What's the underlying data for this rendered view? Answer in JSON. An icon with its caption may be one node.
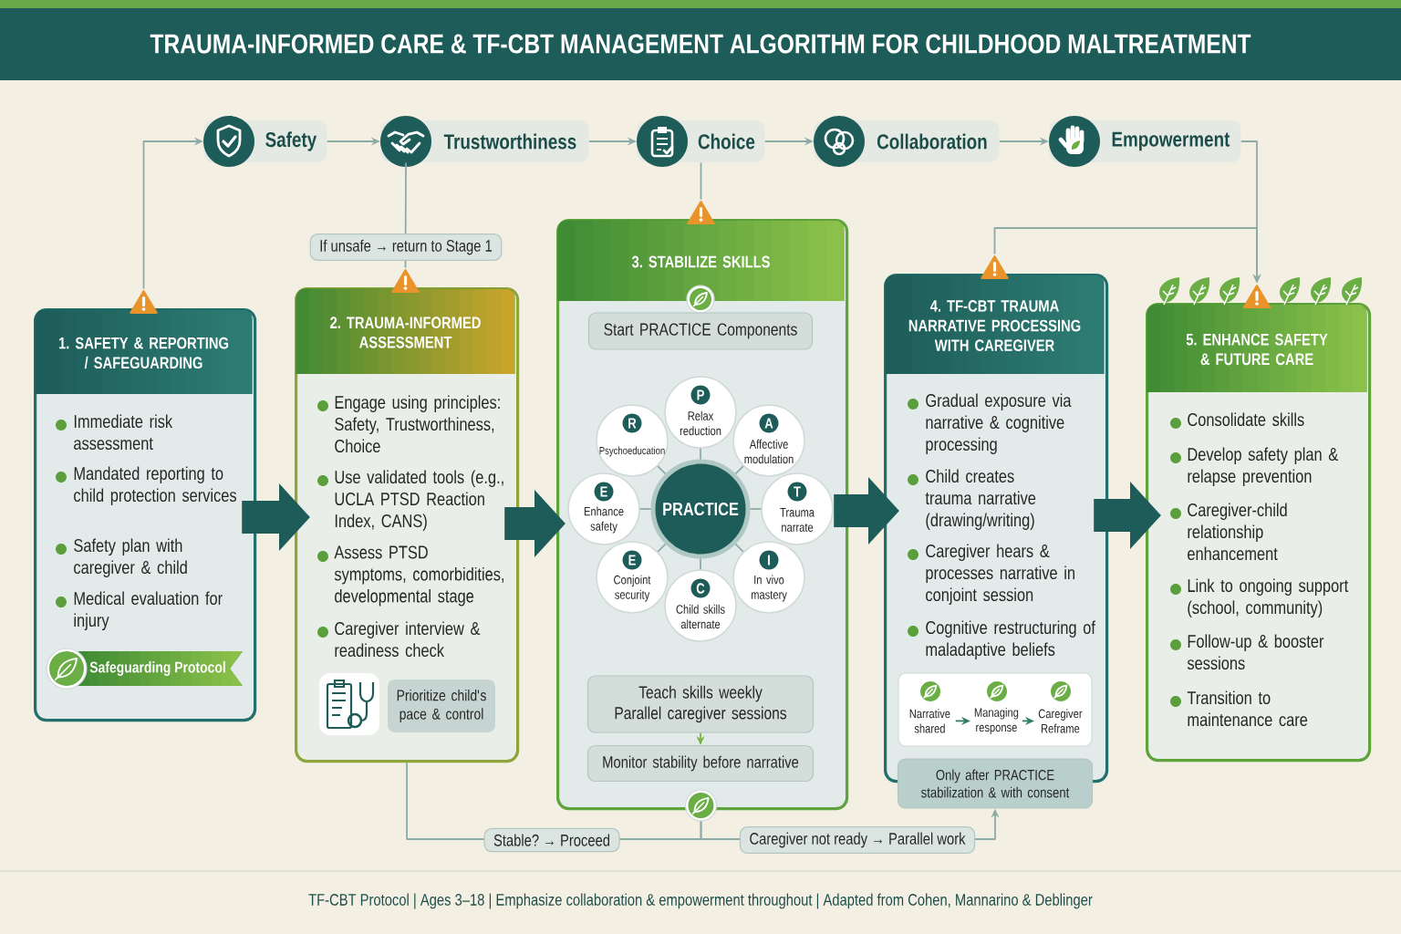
{
  "diagram": {
    "title": "TRAUMA-INFORMED CARE & TF-CBT MANAGEMENT ALGORITHM FOR CHILDHOOD MALTREATMENT",
    "caption": "TF-CBT Protocol | Ages 3–18 | Emphasize collaboration & empowerment throughout | Adapted from Cohen, Mannarino & Deblinger",
    "nodes": [
      {
        "text": [
          "Safety"
        ]
      },
      {
        "text": [
          "Trustworthiness"
        ]
      },
      {
        "text": [
          "Choice"
        ]
      },
      {
        "text": [
          "Collaboration"
        ]
      },
      {
        "text": [
          "Empowerment"
        ]
      },
      {
        "text": [
          "1. SAFETY & REPORTING / SAFEGUARDING",
          "Immediate risk assessment",
          "Mandated reporting to child protection services",
          "Safety plan with caregiver & child",
          "Medical evaluation for injury"
        ]
      },
      {
        "text": [
          "Safeguarding Protocol"
        ],
        "in": 5
      },
      {
        "text": [
          "2. TRAUMA-INFORMED ASSESSMENT",
          "Engage using principles: Safety, Trustworthiness, Choice",
          "Use validated tools (e.g., UCLA PTSD Reaction Index, CANS)",
          "Assess PTSD symptoms, comorbidities, developmental stage",
          "Caregiver interview & readiness check"
        ]
      },
      {
        "text": [
          "Prioritize child's pace & control"
        ],
        "in": 7
      },
      {
        "text": [
          "3. STABILIZE SKILLS"
        ]
      },
      {
        "text": [
          "Start PRACTICE Components"
        ],
        "in": 9
      },
      {
        "text": [
          "PRACTICE"
        ],
        "in": 9
      },
      {
        "text": [
          "P",
          "Relax reduction"
        ],
        "in": 9
      },
      {
        "text": [
          "A",
          "Affective modulation"
        ],
        "in": 9
      },
      {
        "text": [
          "T",
          "Trauma narrate"
        ],
        "in": 9
      },
      {
        "text": [
          "I",
          "In vivo mastery"
        ],
        "in": 9
      },
      {
        "text": [
          "C",
          "Child skills alternate"
        ],
        "in": 9
      },
      {
        "text": [
          "E",
          "Conjoint security"
        ],
        "in": 9
      },
      {
        "text": [
          "E",
          "Enhance safety"
        ],
        "in": 9
      },
      {
        "text": [
          "R",
          "Psychoeducation"
        ],
        "in": 9
      },
      {
        "text": [
          "Teach skills weekly",
          "Parallel caregiver sessions"
        ],
        "in": 9
      },
      {
        "text": [
          "Monitor stability before narrative"
        ],
        "in": 9
      },
      {
        "text": [
          "4. TF-CBT TRAUMA NARRATIVE PROCESSING WITH CAREGIVER",
          "Gradual exposure via narrative & cognitive processing",
          "Child creates trauma narrative (drawing/writing)",
          "Caregiver hears & processes narrative in conjoint session",
          "Cognitive restructuring of maladaptive beliefs"
        ]
      },
      {
        "text": [],
        "shape": "box",
        "in": 22
      },
      {
        "text": [
          "Narrative shared"
        ],
        "in": 23
      },
      {
        "text": [
          "Managing response"
        ],
        "in": 23
      },
      {
        "text": [
          "Caregiver Reframe"
        ],
        "in": 23
      },
      {
        "text": [
          "Only after PRACTICE stabilization & with consent"
        ]
      },
      {
        "text": [
          "5. ENHANCE SAFETY & FUTURE CARE",
          "Consolidate skills",
          "Develop safety plan & relapse prevention",
          "Caregiver-child relationship enhancement",
          "Link to ongoing support (school, community)",
          "Follow-up & booster sessions",
          "Transition to maintenance care"
        ]
      },
      {
        "text": [],
        "shape": "triangle"
      },
      {
        "text": [],
        "shape": "triangle"
      },
      {
        "text": [],
        "shape": "triangle"
      },
      {
        "text": [],
        "shape": "triangle"
      },
      {
        "text": [],
        "shape": "triangle"
      },
      {
        "text": [],
        "shape": "circle"
      }
    ],
    "edges": [
      {
        "from": 29,
        "to": 0,
        "arrow": "to"
      },
      {
        "from": 0,
        "to": 1,
        "arrow": "to"
      },
      {
        "from": 1,
        "to": 2,
        "arrow": "to"
      },
      {
        "from": 2,
        "to": 3,
        "arrow": "to"
      },
      {
        "from": 3,
        "to": 4,
        "arrow": "to"
      },
      {
        "from": 4,
        "to": 33,
        "arrow": "to"
      },
      {
        "from": 32,
        "to": 33,
        "arrow": "to"
      },
      {
        "from": 1,
        "to": 30,
        "arrow": "none",
        "label": "If unsafe → return to Stage 1"
      },
      {
        "from": 2,
        "to": 31,
        "arrow": "none"
      },
      {
        "from": 5,
        "to": 7,
        "arrow": "to",
        "style": "thick",
        "color": "#1d5c58"
      },
      {
        "from": 7,
        "to": 9,
        "arrow": "to",
        "style": "thick",
        "color": "#1d5c58"
      },
      {
        "from": 9,
        "to": 22,
        "arrow": "to",
        "style": "thick",
        "color": "#1d5c58"
      },
      {
        "from": 22,
        "to": 28,
        "arrow": "to",
        "style": "thick",
        "color": "#1d5c58"
      },
      {
        "from": 11,
        "to": 12,
        "arrow": "none"
      },
      {
        "from": 11,
        "to": 13,
        "arrow": "none"
      },
      {
        "from": 11,
        "to": 14,
        "arrow": "none"
      },
      {
        "from": 11,
        "to": 15,
        "arrow": "none"
      },
      {
        "from": 11,
        "to": 16,
        "arrow": "none"
      },
      {
        "from": 11,
        "to": 17,
        "arrow": "none"
      },
      {
        "from": 11,
        "to": 18,
        "arrow": "none"
      },
      {
        "from": 11,
        "to": 19,
        "arrow": "none"
      },
      {
        "from": 20,
        "to": 21,
        "arrow": "to",
        "color": "#7cb342"
      },
      {
        "from": 24,
        "to": 25,
        "arrow": "to",
        "color": "#2f7d62"
      },
      {
        "from": 25,
        "to": 26,
        "arrow": "to",
        "color": "#2f7d62"
      },
      {
        "from": 7,
        "to": 34,
        "arrow": "none",
        "label": "Stable? → Proceed"
      },
      {
        "from": 34,
        "to": 27,
        "arrow": "to",
        "label": "Caregiver not ready → Parallel work"
      }
    ]
  }
}
